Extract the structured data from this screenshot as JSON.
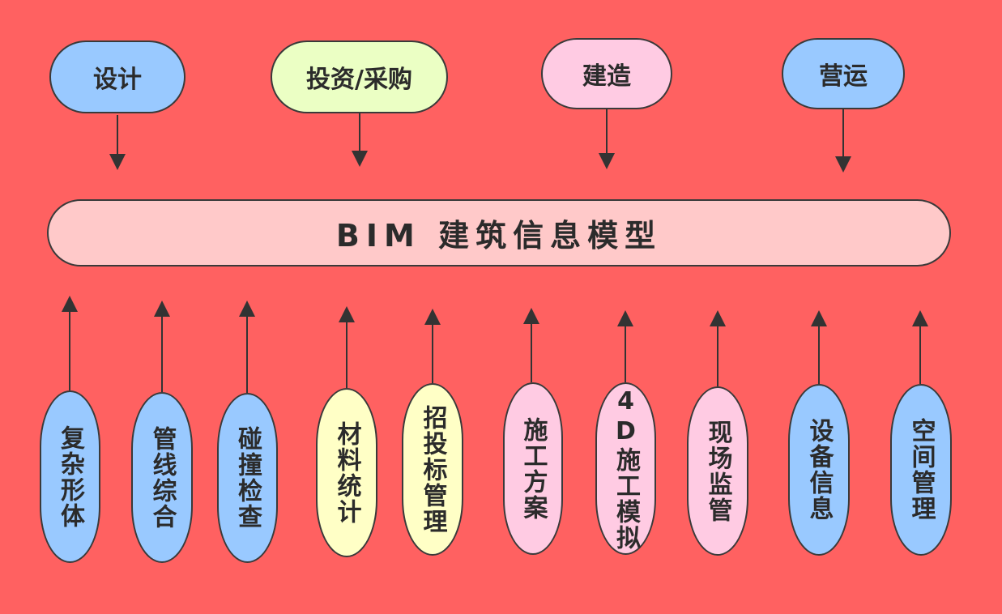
{
  "top_stages": [
    {
      "label": "设计",
      "color": "#99c9ff"
    },
    {
      "label": "投资/采购",
      "color": "#ebffc4"
    },
    {
      "label": "建造",
      "color": "#ffcbe3"
    },
    {
      "label": "营运",
      "color": "#99c9ff"
    }
  ],
  "center": {
    "label": "BIM 建筑信息模型"
  },
  "applications": [
    {
      "label": "复杂形体",
      "color": "#99c9ff"
    },
    {
      "label": "管线综合",
      "color": "#99c9ff"
    },
    {
      "label": "碰撞检查",
      "color": "#99c9ff"
    },
    {
      "label": "材料统计",
      "color": "#ffffc6"
    },
    {
      "label": "招投标管理",
      "color": "#ffffc6"
    },
    {
      "label": "施工方案",
      "color": "#ffcbe3"
    },
    {
      "label": "4D施工模拟",
      "color": "#ffcbe3"
    },
    {
      "label": "现场监管",
      "color": "#ffcbe3"
    },
    {
      "label": "设备信息",
      "color": "#99c9ff"
    },
    {
      "label": "空间管理",
      "color": "#99c9ff"
    }
  ],
  "colors": {
    "background": "#ff6161",
    "center_fill": "#ffc9c9",
    "stroke": "#3a3a3a"
  }
}
